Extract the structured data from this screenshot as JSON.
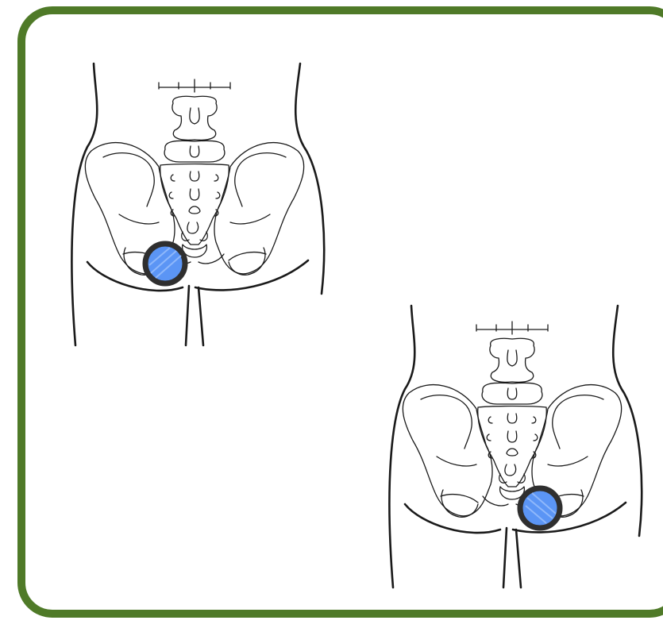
{
  "figure": {
    "illustrations": [
      {
        "id": "pelvis-left-marker",
        "view": "posterior-pelvis",
        "marker_side": "left"
      },
      {
        "id": "pelvis-right-marker",
        "view": "posterior-pelvis",
        "marker_side": "right"
      }
    ],
    "colors": {
      "frame": "#4f7a28",
      "marker_fill": "#5b95f5",
      "marker_ring": "#2f2f2f",
      "line": "#1a1a1a"
    },
    "marker_icon": "injection-site-circle-icon"
  }
}
